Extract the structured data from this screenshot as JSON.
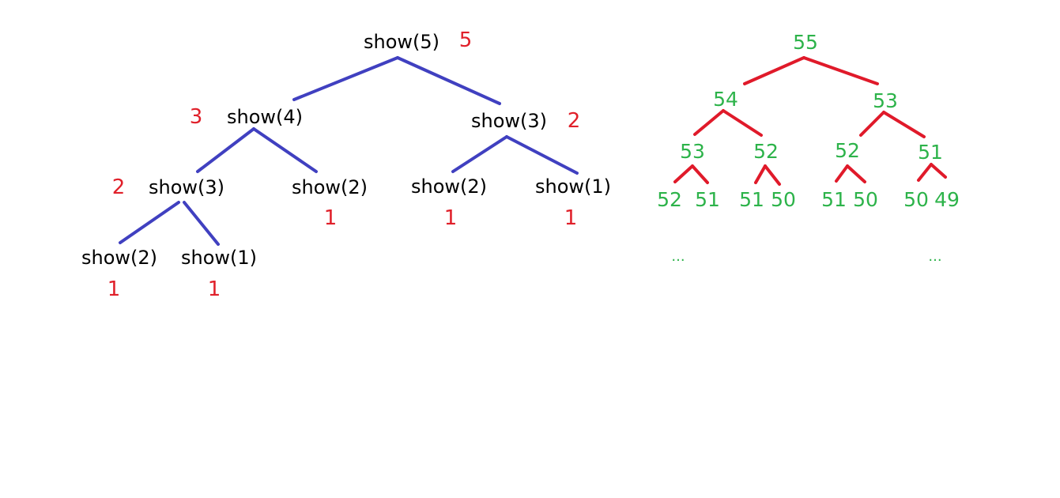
{
  "colors": {
    "node_text": "#000000",
    "count_text": "#e0202a",
    "left_edges": "#4040c0",
    "right_edges": "#e01a2a",
    "value_text": "#2db34a"
  },
  "call_tree": {
    "nodes": [
      {
        "id": "n5",
        "label": "show(5)",
        "count": "5"
      },
      {
        "id": "n4",
        "label": "show(4)",
        "count": "3"
      },
      {
        "id": "n3a",
        "label": "show(3)",
        "count": "2"
      },
      {
        "id": "n3b",
        "label": "show(3)",
        "count": "2"
      },
      {
        "id": "n2a",
        "label": "show(2)",
        "count": "1"
      },
      {
        "id": "n2b",
        "label": "show(2)",
        "count": "1"
      },
      {
        "id": "n1a",
        "label": "show(1)",
        "count": "1"
      },
      {
        "id": "n2c",
        "label": "show(2)",
        "count": "1"
      },
      {
        "id": "n1b",
        "label": "show(1)",
        "count": "1"
      }
    ]
  },
  "value_tree": {
    "levels": [
      [
        "55"
      ],
      [
        "54",
        "53"
      ],
      [
        "53",
        "52",
        "52",
        "51"
      ],
      [
        "52",
        "51",
        "51",
        "50",
        "51",
        "50",
        "50",
        "49"
      ]
    ],
    "ellipses": [
      "...",
      "..."
    ]
  }
}
